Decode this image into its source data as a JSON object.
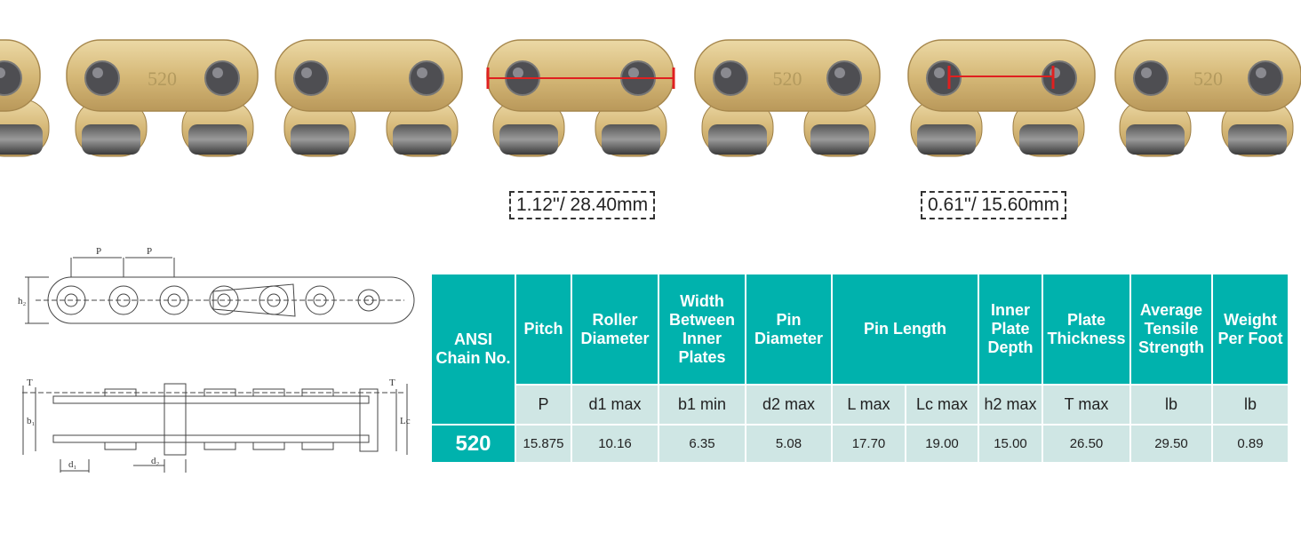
{
  "photo": {
    "plate_stamp": "520",
    "measure_pitch": "1.12''/ 28.40mm",
    "measure_inner": "0.61''/ 15.60mm"
  },
  "diagram": {
    "labels": {
      "p": "P",
      "h2": "h₂",
      "t": "T",
      "b1": "b₁",
      "lc": "Lc",
      "d1": "d₁",
      "d2": "d₂"
    }
  },
  "table": {
    "headers": {
      "model": "ANSI Chain No.",
      "pitch": "Pitch",
      "roller": "Roller Diameter",
      "width": "Width Between Inner Plates",
      "pin_dia": "Pin Diameter",
      "pin_len": "Pin Length",
      "depth": "Inner Plate Depth",
      "thick": "Plate Thickness",
      "tensile": "Average Tensile Strength",
      "weight": "Weight Per Foot"
    },
    "units": [
      "P",
      "d1 max",
      "b1 min",
      "d2 max",
      "L max",
      "Lc max",
      "h2 max",
      "T max",
      "lb",
      "lb"
    ],
    "row": {
      "model": "520",
      "values": [
        "15.875",
        "10.16",
        "6.35",
        "5.08",
        "17.70",
        "19.00",
        "15.00",
        "26.50",
        "29.50",
        "0.89"
      ]
    }
  },
  "colors": {
    "teal": "#00b2ad",
    "light": "#cfe6e4",
    "gold": "#d8bd78",
    "measure_red": "#e02020"
  }
}
